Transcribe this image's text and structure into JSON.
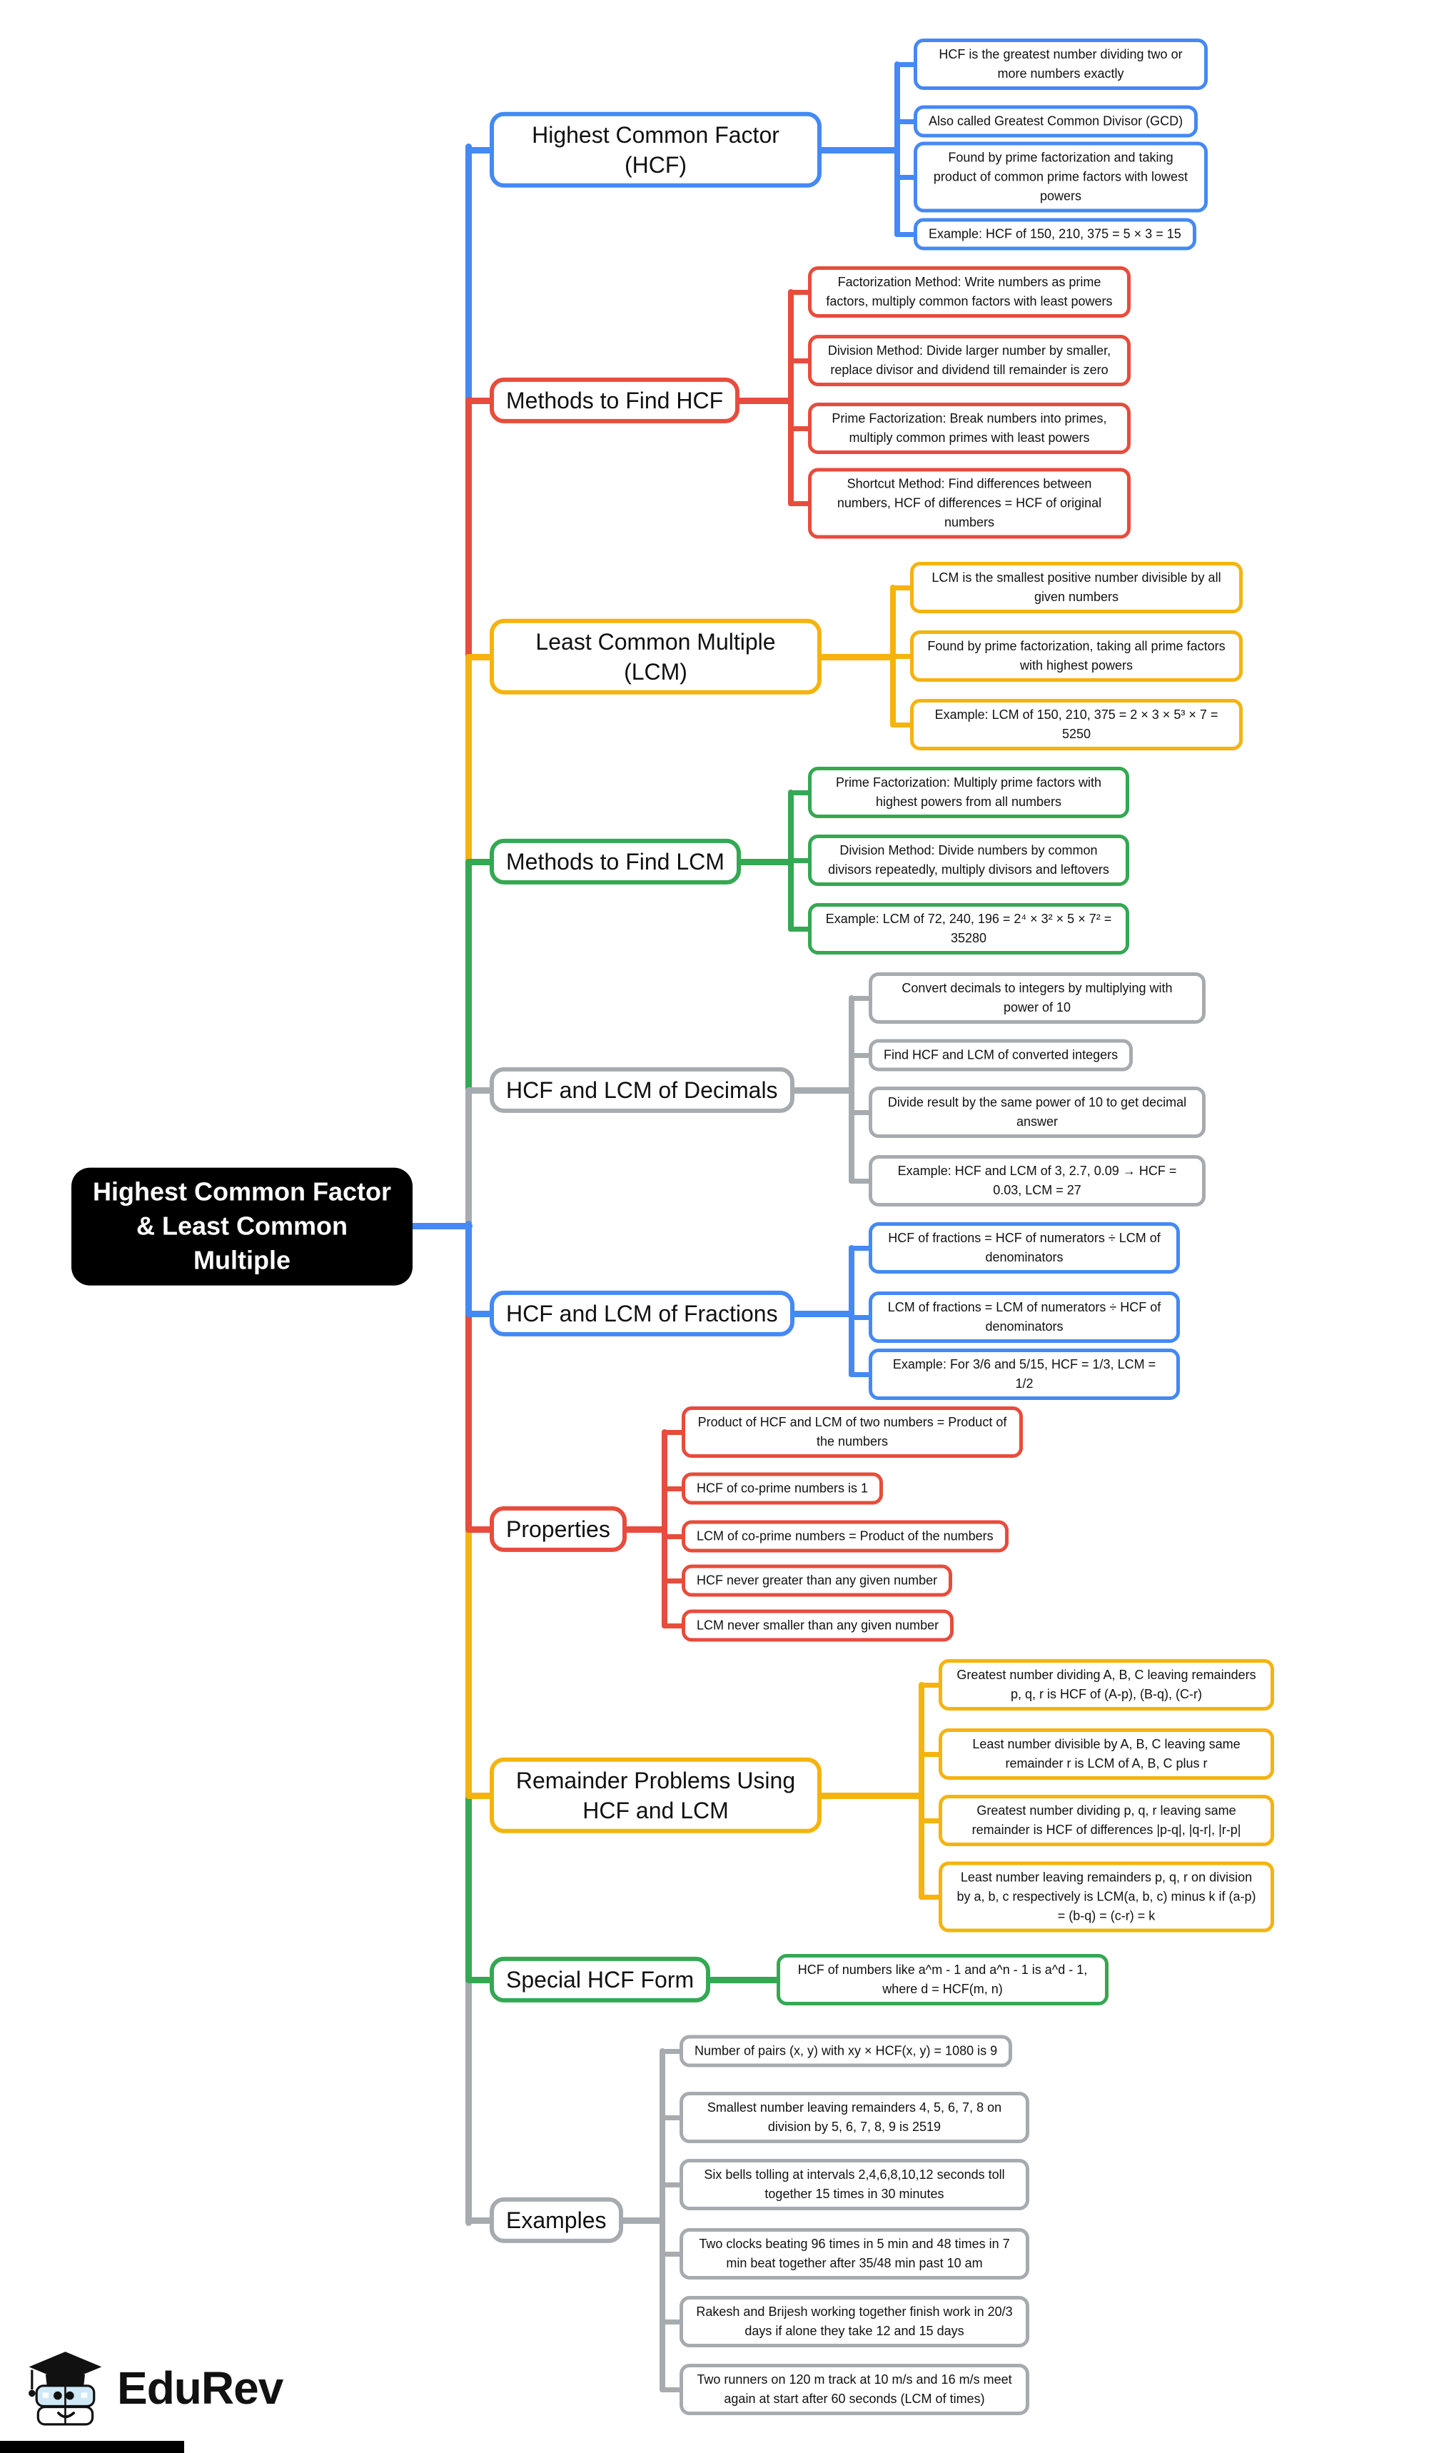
{
  "central": {
    "title": "Highest Common Factor & Least Common Multiple"
  },
  "palette": {
    "blue": "#4489f4",
    "red": "#e74c3c",
    "yellow": "#f5b30d",
    "green": "#34a853",
    "gray": "#a6abaf",
    "central_bg": "#000000",
    "central_text": "#ffffff"
  },
  "branches": [
    {
      "label": "Highest Common Factor (HCF)",
      "color": "blue",
      "leaves": [
        "HCF is the greatest number dividing two or more numbers exactly",
        "Also called Greatest Common Divisor (GCD)",
        "Found by prime factorization and taking product of common prime factors with lowest powers",
        "Example: HCF of 150, 210, 375 = 5 × 3 = 15"
      ]
    },
    {
      "label": "Methods to Find HCF",
      "color": "red",
      "leaves": [
        "Factorization Method: Write numbers as prime factors, multiply common factors with least powers",
        "Division Method: Divide larger number by smaller, replace divisor and dividend till remainder is zero",
        "Prime Factorization: Break numbers into primes, multiply common primes with least powers",
        "Shortcut Method: Find differences between numbers, HCF of differences = HCF of original numbers"
      ]
    },
    {
      "label": "Least Common Multiple (LCM)",
      "color": "yellow",
      "leaves": [
        "LCM is the smallest positive number divisible by all given numbers",
        "Found by prime factorization, taking all prime factors with highest powers",
        "Example: LCM of 150, 210, 375 = 2 × 3 × 5³ × 7 = 5250"
      ]
    },
    {
      "label": "Methods to Find LCM",
      "color": "green",
      "leaves": [
        "Prime Factorization: Multiply prime factors with highest powers from all numbers",
        "Division Method: Divide numbers by common divisors repeatedly, multiply divisors and leftovers",
        "Example: LCM of 72, 240, 196 = 2⁴ × 3² × 5 × 7² = 35280"
      ]
    },
    {
      "label": "HCF and LCM of Decimals",
      "color": "gray",
      "leaves": [
        "Convert decimals to integers by multiplying with power of 10",
        "Find HCF and LCM of converted integers",
        "Divide result by the same power of 10 to get decimal answer",
        "Example: HCF and LCM of 3, 2.7, 0.09 → HCF = 0.03, LCM = 27"
      ]
    },
    {
      "label": "HCF and LCM of Fractions",
      "color": "blue",
      "leaves": [
        "HCF of fractions = HCF of numerators ÷ LCM of denominators",
        "LCM of fractions = LCM of numerators ÷ HCF of denominators",
        "Example: For 3/6 and 5/15, HCF = 1/3, LCM = 1/2"
      ]
    },
    {
      "label": "Properties",
      "color": "red",
      "leaves": [
        "Product of HCF and LCM of two numbers = Product of the numbers",
        "HCF of co-prime numbers is 1",
        "LCM of co-prime numbers = Product of the numbers",
        "HCF never greater than any given number",
        "LCM never smaller than any given number"
      ]
    },
    {
      "label": "Remainder Problems Using HCF and LCM",
      "color": "yellow",
      "leaves": [
        "Greatest number dividing A, B, C leaving remainders p, q, r is HCF of (A-p), (B-q), (C-r)",
        "Least number divisible by A, B, C leaving same remainder r is LCM of A, B, C plus r",
        "Greatest number dividing p, q, r leaving same remainder is HCF of differences |p-q|, |q-r|, |r-p|",
        "Least number leaving remainders p, q, r on division by a, b, c respectively is LCM(a, b, c) minus k if (a-p) = (b-q) = (c-r) = k"
      ]
    },
    {
      "label": "Special HCF Form",
      "color": "green",
      "leaves": [
        "HCF of numbers like a^m - 1 and a^n - 1 is a^d - 1, where d = HCF(m, n)"
      ]
    },
    {
      "label": "Examples",
      "color": "gray",
      "leaves": [
        "Number of pairs (x, y) with xy × HCF(x, y) = 1080 is 9",
        "Smallest number leaving remainders 4, 5, 6, 7, 8 on division by 5, 6, 7, 8, 9 is 2519",
        "Six bells tolling at intervals 2,4,6,8,10,12 seconds toll together 15 times in 30 minutes",
        "Two clocks beating 96 times in 5 min and 48 times in 7 min beat together after 35/48 min past 10 am",
        "Rakesh and Brijesh working together finish work in 20/3 days if alone they take 12 and 15 days",
        "Two runners on 120 m track at 10 m/s and 16 m/s meet again at start after 60 seconds (LCM of times)"
      ]
    }
  ],
  "footer": {
    "logo_text": "EduRev"
  }
}
